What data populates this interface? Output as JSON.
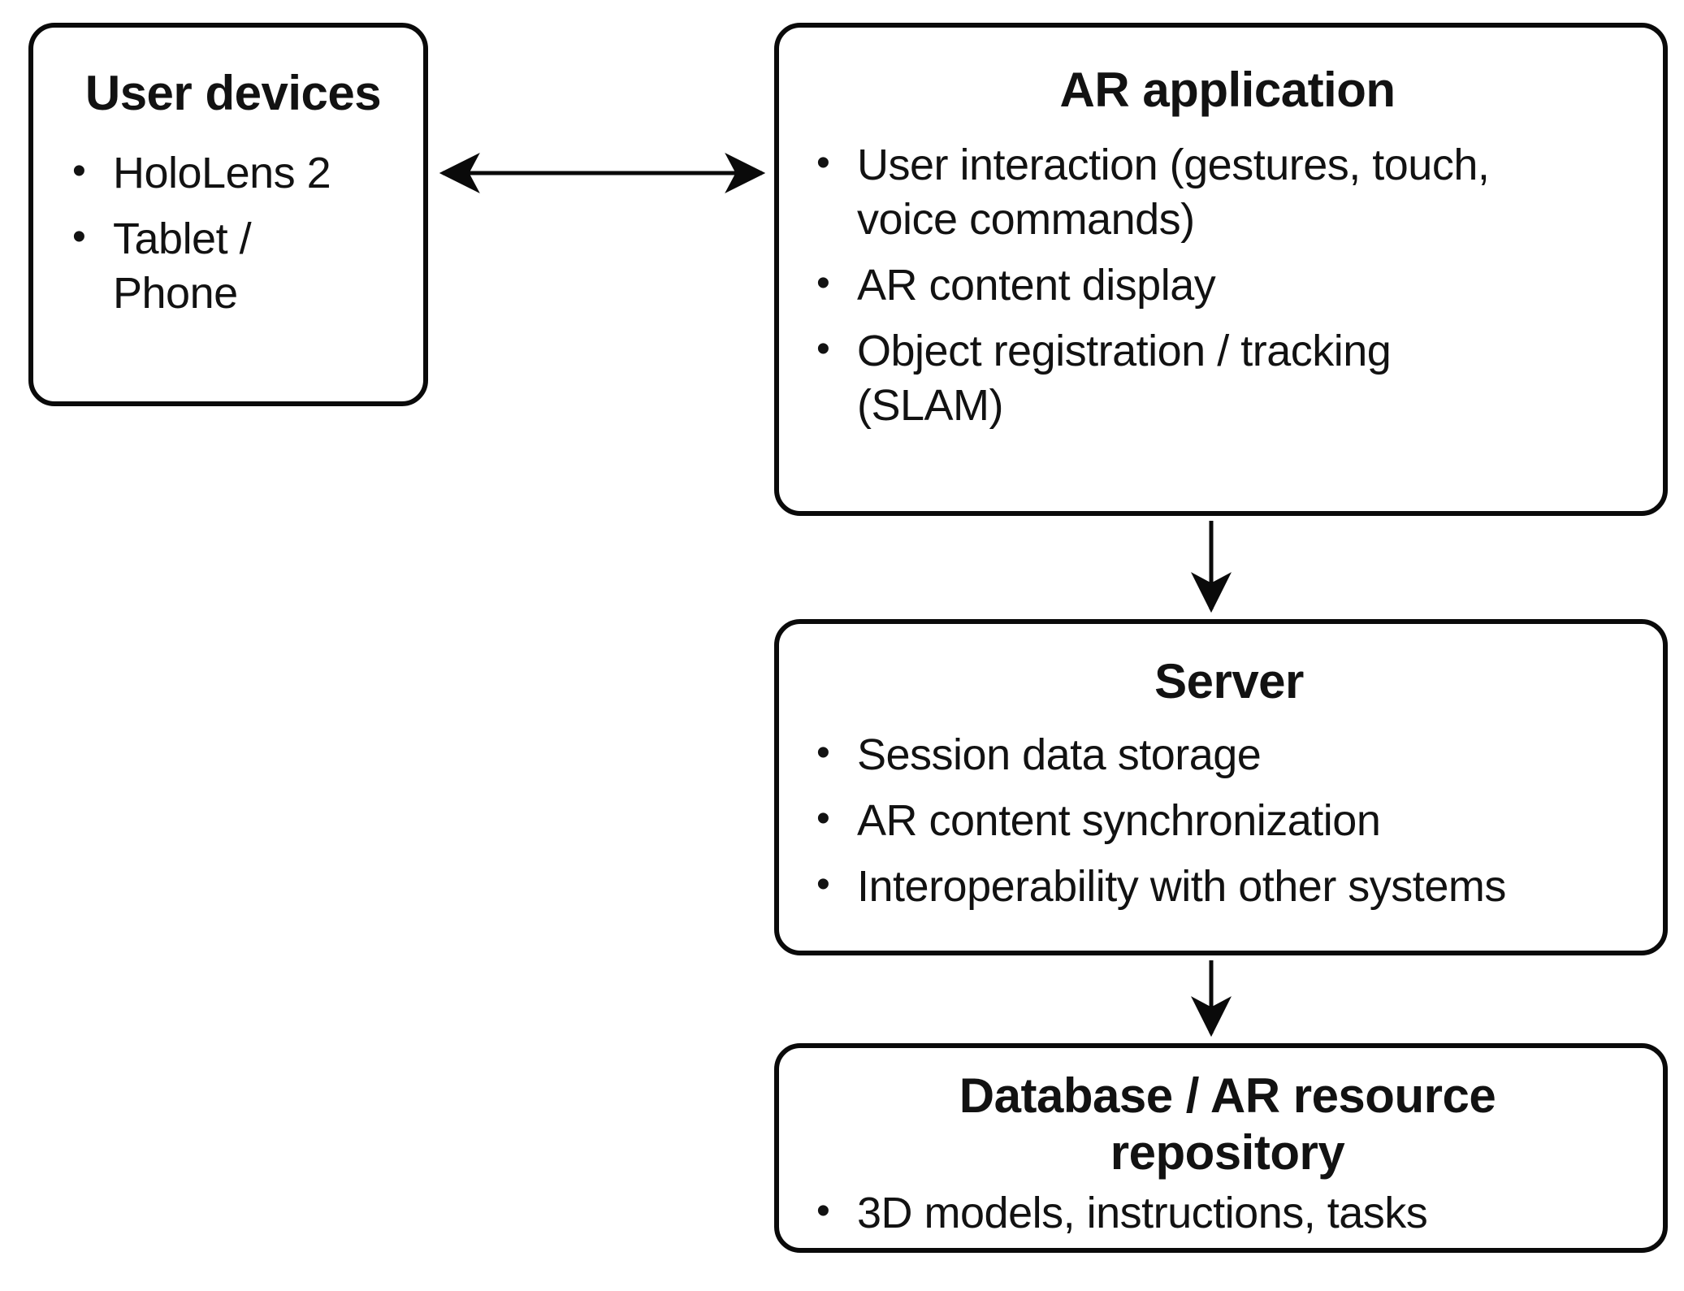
{
  "ui": {
    "bullet_char": "•"
  },
  "diagram": {
    "type": "flowchart",
    "colors": {
      "background": "#ffffff",
      "line": "#0a0a0a",
      "text": "#121212"
    },
    "boxes": {
      "user_devices": {
        "title": "User devices",
        "items": [
          "HoloLens 2",
          "Tablet /\nPhone"
        ]
      },
      "ar_application": {
        "title": "AR application",
        "items": [
          "User interaction (gestures, touch,\nvoice commands)",
          "AR content display",
          "Object registration / tracking\n(SLAM)"
        ]
      },
      "server": {
        "title": "Server",
        "items": [
          "Session data storage",
          "AR content synchronization",
          "Interoperability with other systems"
        ]
      },
      "database": {
        "title": "Database / AR resource\nrepository",
        "items": [
          "3D models, instructions, tasks"
        ]
      }
    },
    "connections": [
      {
        "from": "user_devices",
        "to": "ar_application",
        "style": "double-headed-horizontal"
      },
      {
        "from": "ar_application",
        "to": "server",
        "style": "single-headed-down"
      },
      {
        "from": "server",
        "to": "database",
        "style": "single-headed-down"
      }
    ]
  }
}
